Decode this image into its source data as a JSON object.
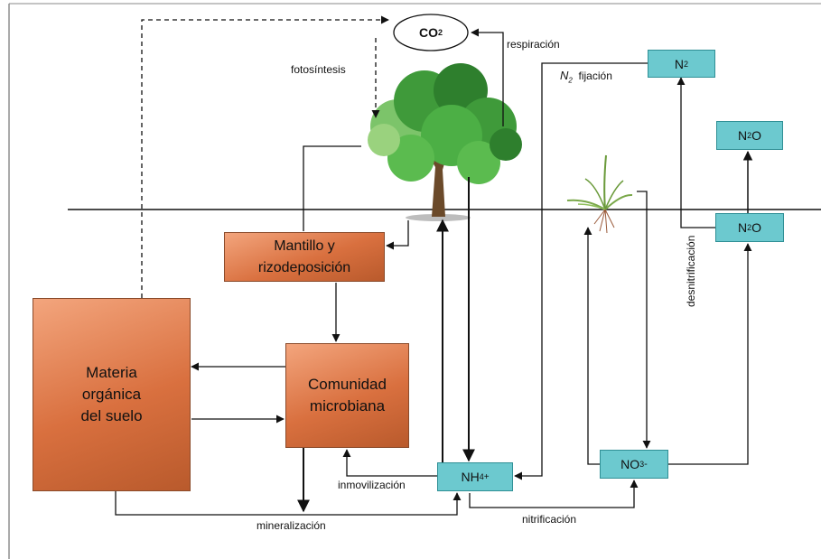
{
  "nodes": {
    "co2": "CO",
    "co2_sub": "2",
    "n2_top": "N",
    "n2_top_sub": "2",
    "n2o_upper": "N",
    "n2o_upper_sub": "2",
    "n2o_upper_tail": "O",
    "n2o_lower": "N",
    "n2o_lower_sub": "2",
    "n2o_lower_tail": "O",
    "nh4": "NH",
    "nh4_sub": "4",
    "nh4_sup": "+",
    "no3": "NO",
    "no3_sub": "3",
    "no3_sup": "-",
    "mantillo_line1": "Mantillo y",
    "mantillo_line2": "rizodeposición",
    "comunidad_line1": "Comunidad",
    "comunidad_line2": "microbiana",
    "materia_line1": "Materia",
    "materia_line2": "orgánica",
    "materia_line3": "del suelo"
  },
  "labels": {
    "fotosintesis": "fotosíntesis",
    "respiracion": "respiración",
    "fijacion_n": "N",
    "fijacion_sub": "2",
    "fijacion_word": "fijación",
    "inmovilizacion": "inmovilización",
    "mineralizacion": "mineralización",
    "nitrificacion": "nitrificación",
    "desnitrificacion": "desnitrificación"
  },
  "colors": {
    "teal_box": "#6cc9cf",
    "brown_box": "#d9703f",
    "tree_green": "#3f9a3a"
  }
}
